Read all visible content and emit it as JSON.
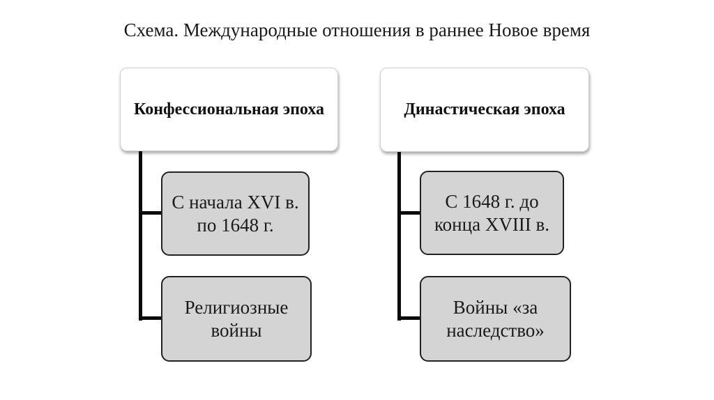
{
  "title": "Схема. Международные отношения в раннее Новое время",
  "columns": [
    {
      "header": "Конфессиональная эпоха",
      "header_lines": [
        "Конфессиональная",
        "эпоха"
      ],
      "children": [
        {
          "text": "С начала XVI в. по 1648 г."
        },
        {
          "text": "Религиозные войны"
        }
      ]
    },
    {
      "header": "Династическая эпоха",
      "header_lines": [
        "Династическая",
        "эпоха"
      ],
      "children": [
        {
          "text": "С 1648 г. до конца XVIII в."
        },
        {
          "text": "Войны «за наследство»"
        }
      ]
    }
  ],
  "colors": {
    "header_fill": "#ffffff",
    "child_fill": "#d4d4d4",
    "connector": "#0a0a0a"
  }
}
